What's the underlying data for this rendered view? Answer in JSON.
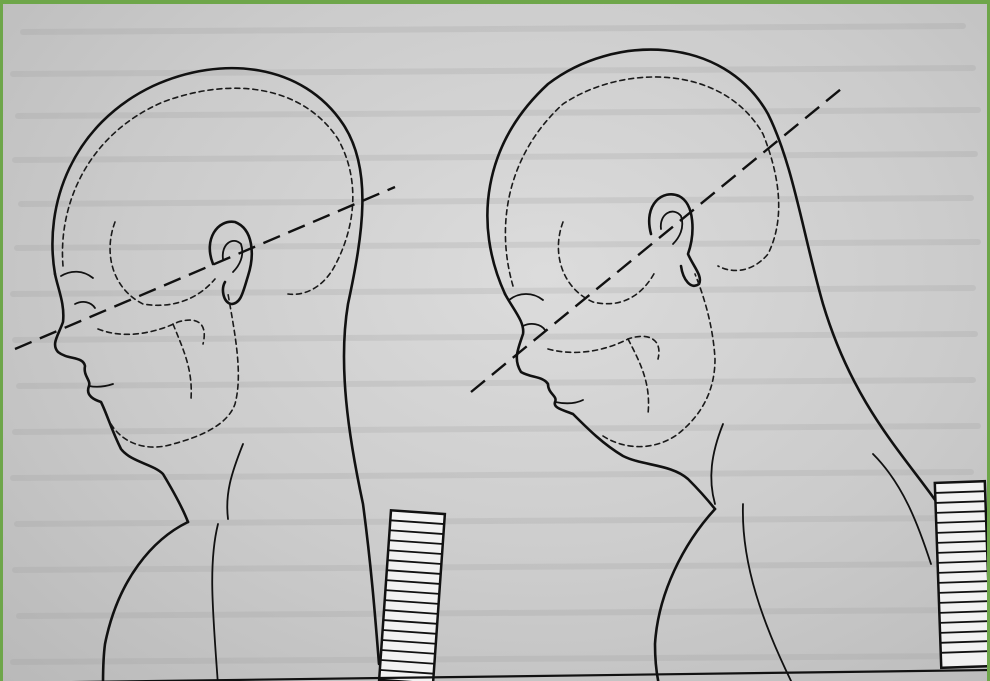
{
  "figure": {
    "panels": [
      {
        "id": "upright",
        "posture": "upright"
      },
      {
        "id": "forward",
        "posture": "forward"
      }
    ],
    "colors": {
      "border": "#6ea64a",
      "paper": "#cfcfcf",
      "ink": "#111111"
    }
  }
}
